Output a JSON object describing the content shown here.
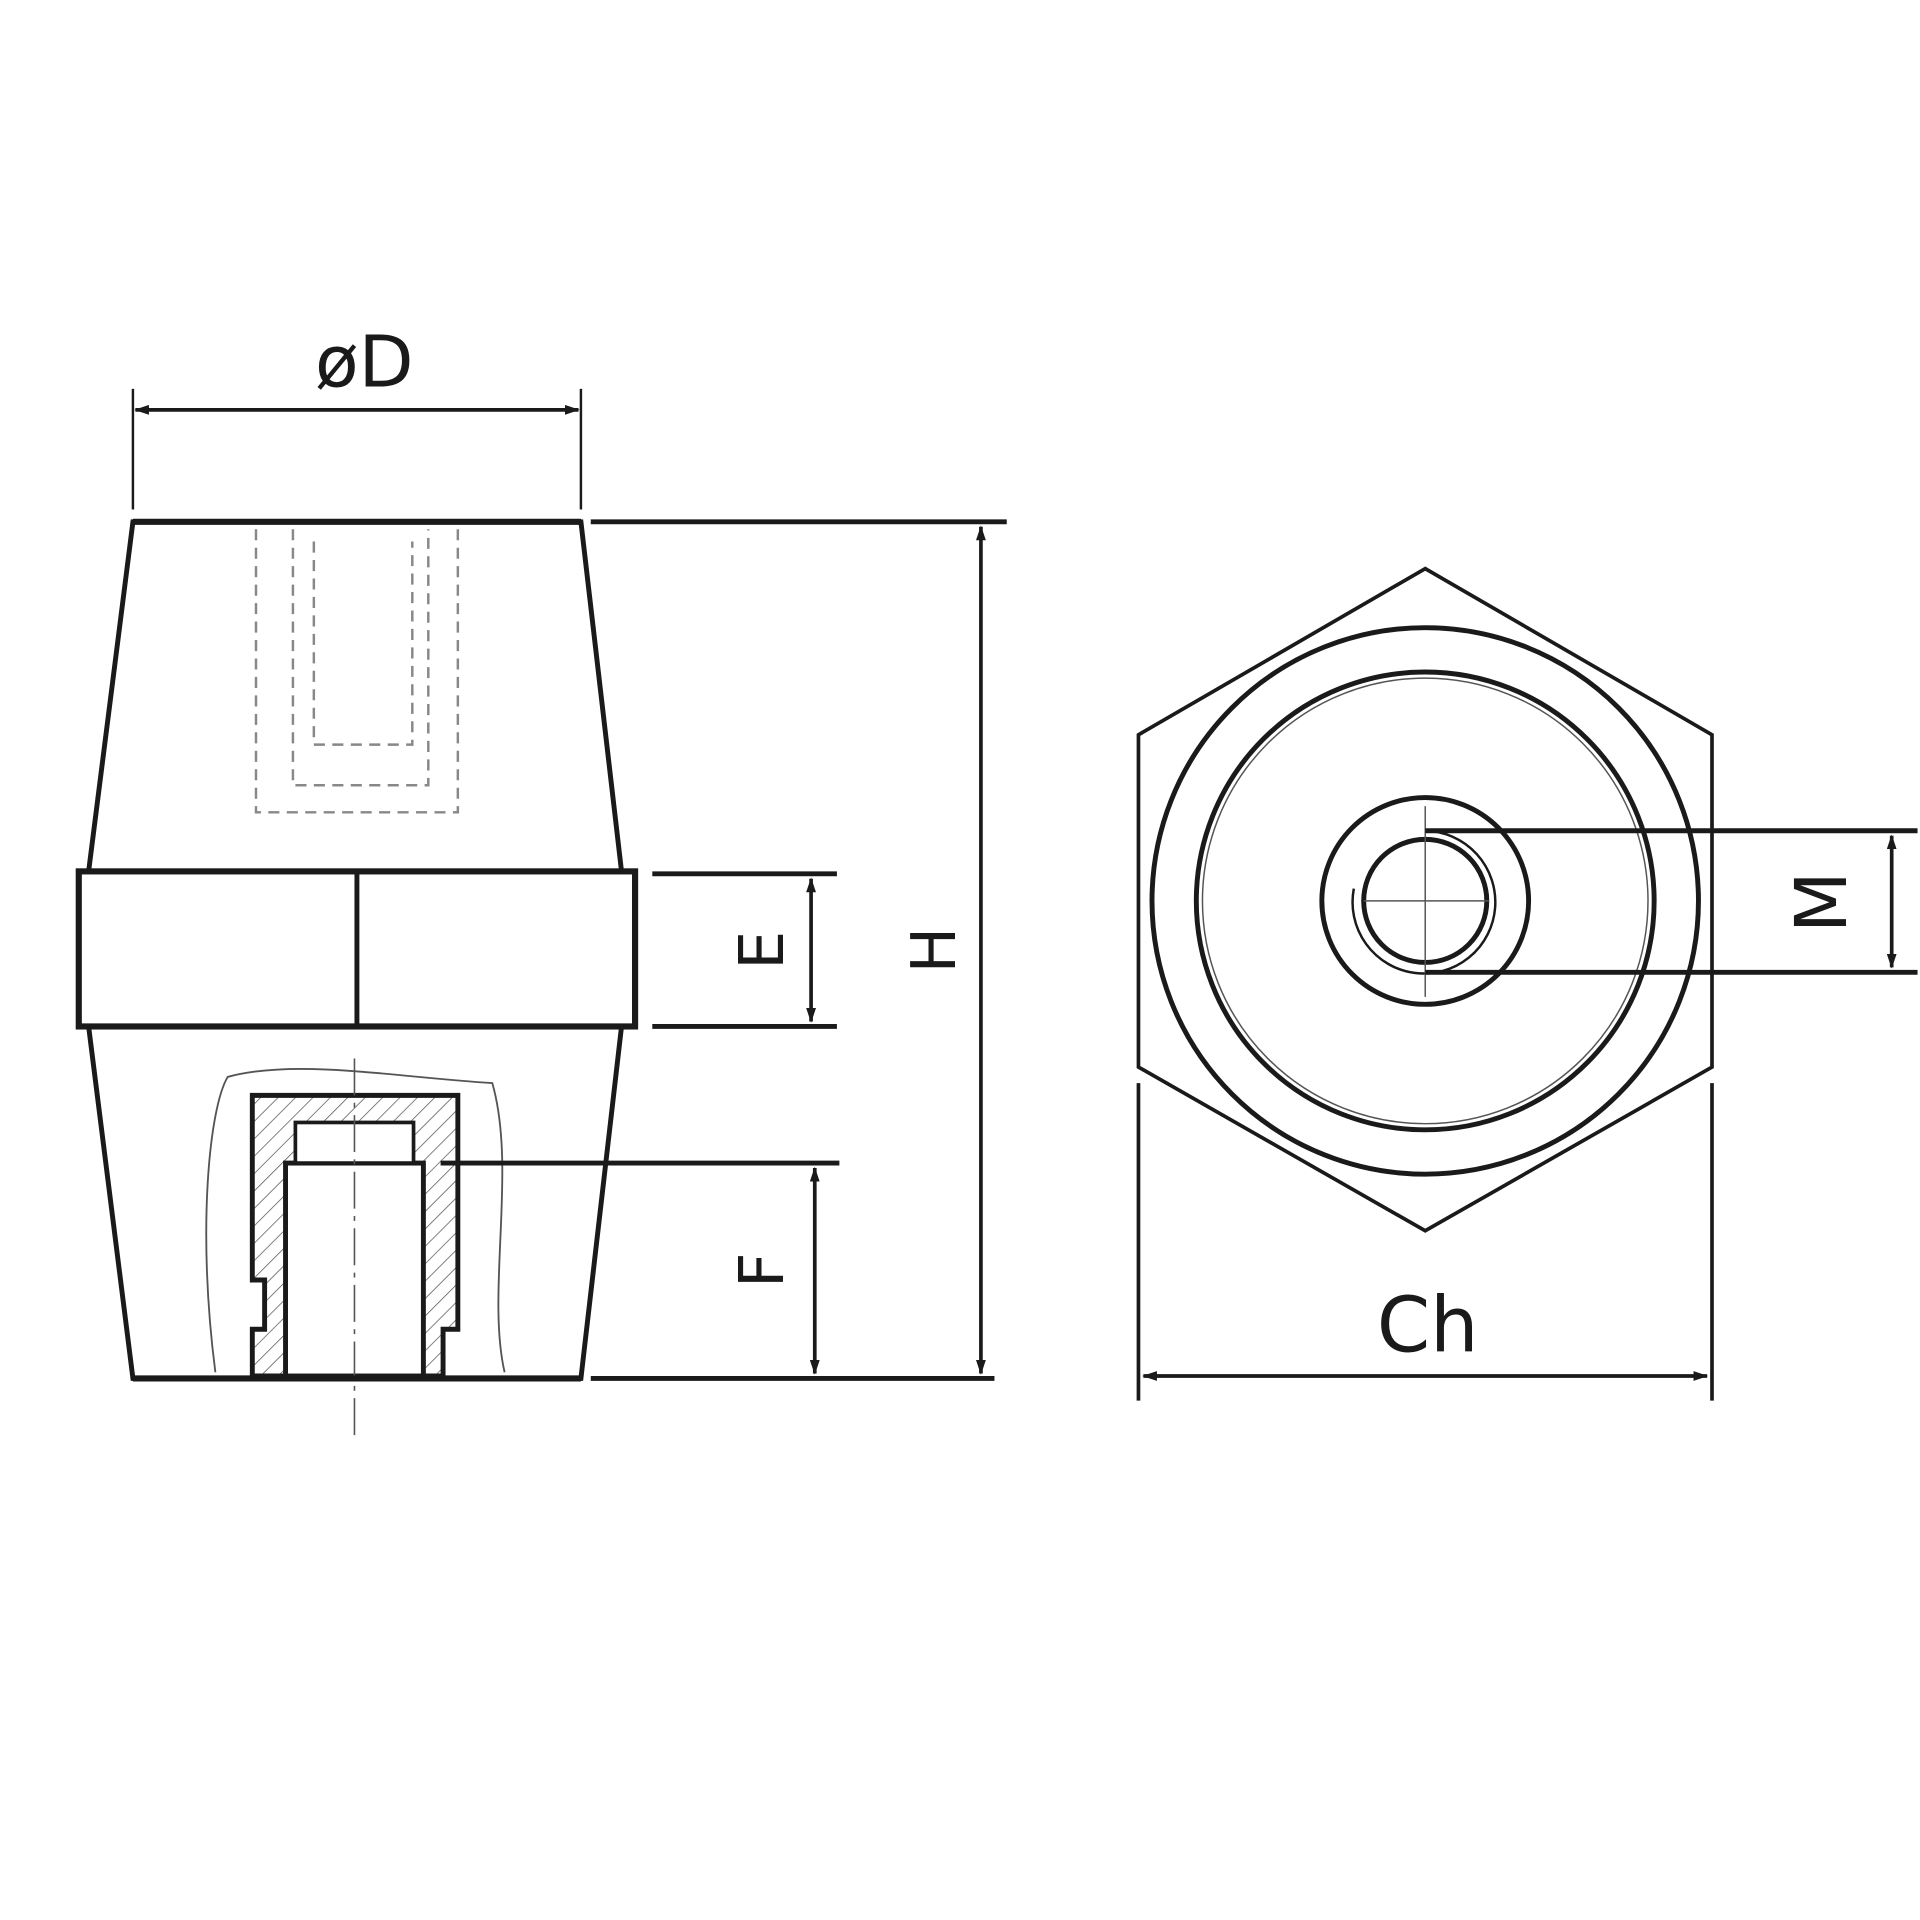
{
  "labels": {
    "diameter": "øD",
    "height": "H",
    "e": "E",
    "f": "F",
    "thread": "M",
    "hex": "Ch"
  },
  "colors": {
    "line": "#1a1a1a",
    "thin": "#555555",
    "hidden": "#888888"
  }
}
